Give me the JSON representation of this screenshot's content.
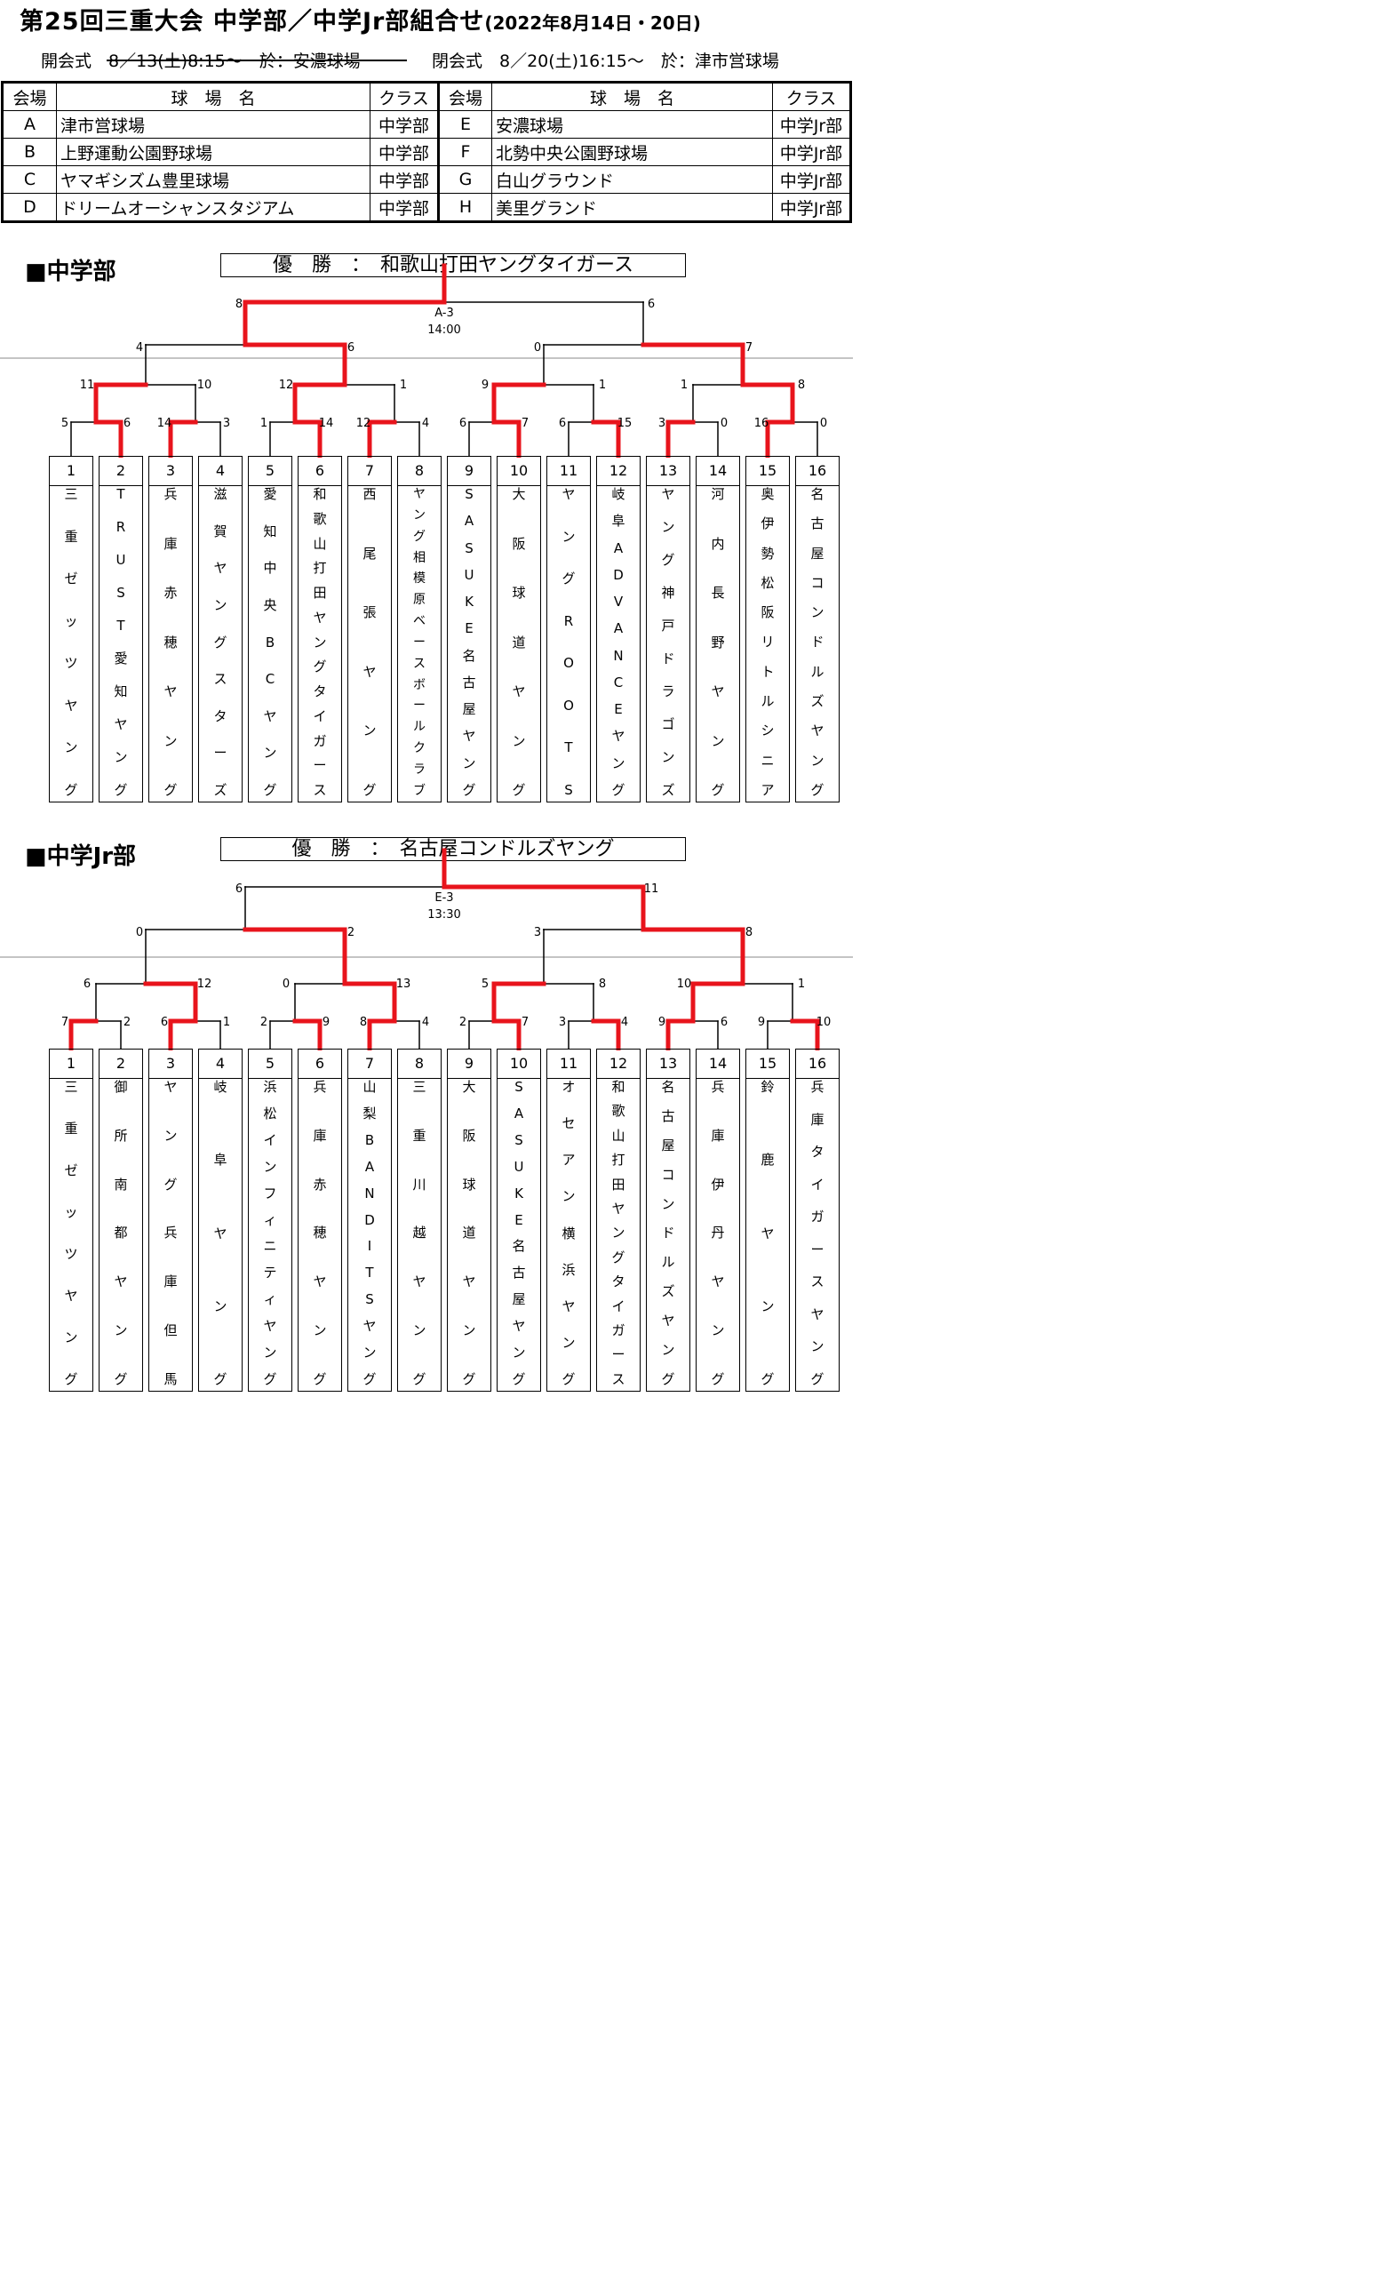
{
  "header": {
    "title": "第25回三重大会 中学部／中学Jr部組合せ",
    "dates": "(2022年8月14日・20日)",
    "ceremony_old": "開会式　8／13(土)8:15～　於：安濃球場",
    "ceremony_new": "閉会式　8／20(土)16:15～　於：津市営球場"
  },
  "venues": {
    "headers": [
      "会場",
      "球　場　名",
      "クラス"
    ],
    "left": [
      {
        "id": "A",
        "name": "津市営球場",
        "class": "中学部"
      },
      {
        "id": "B",
        "name": "上野運動公園野球場",
        "class": "中学部"
      },
      {
        "id": "C",
        "name": "ヤマギシズム豊里球場",
        "class": "中学部"
      },
      {
        "id": "D",
        "name": "ドリームオーシャンスタジアム",
        "class": "中学部"
      }
    ],
    "right": [
      {
        "id": "E",
        "name": "安濃球場",
        "class": "中学Jr部"
      },
      {
        "id": "F",
        "name": "北勢中央公園野球場",
        "class": "中学Jr部"
      },
      {
        "id": "G",
        "name": "白山グラウンド",
        "class": "中学Jr部"
      },
      {
        "id": "H",
        "name": "美里グランド",
        "class": "中学Jr部"
      }
    ]
  },
  "divisions": [
    {
      "label": "■中学部",
      "champion": "優　勝　：　和歌山打田ヤングタイガース",
      "final_venue": "A-3",
      "final_time": "14:00",
      "teams": [
        "三重ゼッツヤング",
        "TRUST愛知ヤング",
        "兵庫赤穂ヤング",
        "滋賀ヤングスターズ",
        "愛知中央BCヤング",
        "和歌山打田ヤングタイガース",
        "西尾張ヤング",
        "ヤング相模原ベースボールクラブ",
        "SASUKE名古屋ヤング",
        "大阪球道ヤング",
        "ヤングROOTS",
        "岐阜ADVANCEヤング",
        "ヤング神戸ドラゴンズ",
        "河内長野ヤング",
        "奥伊勢松阪リトルシニア",
        "名古屋コンドルズヤング"
      ],
      "r1": [
        [
          5,
          6
        ],
        [
          14,
          3
        ],
        [
          1,
          14
        ],
        [
          12,
          4
        ],
        [
          6,
          7
        ],
        [
          6,
          15
        ],
        [
          3,
          0
        ],
        [
          16,
          0
        ]
      ],
      "r2": [
        [
          11,
          10
        ],
        [
          12,
          1
        ],
        [
          9,
          1
        ],
        [
          1,
          8
        ]
      ],
      "r3": [
        [
          4,
          6
        ],
        [
          0,
          7
        ]
      ],
      "final": [
        8,
        6
      ],
      "r1w": [
        1,
        0,
        1,
        0,
        1,
        1,
        0,
        0
      ],
      "r2w": [
        0,
        0,
        0,
        1
      ],
      "r3w": [
        1,
        1
      ],
      "fw": 0
    },
    {
      "label": "■中学Jr部",
      "champion": "優　勝　：　名古屋コンドルズヤング",
      "final_venue": "E-3",
      "final_time": "13:30",
      "teams": [
        "三重ゼッツヤング",
        "御所南都ヤング",
        "ヤング兵庫但馬",
        "岐阜ヤング",
        "浜松インフィニティヤング",
        "兵庫赤穂ヤング",
        "山梨BANDITSヤング",
        "三重川越ヤング",
        "大阪球道ヤング",
        "SASUKE名古屋ヤング",
        "オセアン横浜ヤング",
        "和歌山打田ヤングタイガース",
        "名古屋コンドルズヤング",
        "兵庫伊丹ヤング",
        "鈴鹿ヤング",
        "兵庫タイガースヤング"
      ],
      "r1": [
        [
          7,
          2
        ],
        [
          6,
          1
        ],
        [
          2,
          9
        ],
        [
          8,
          4
        ],
        [
          2,
          7
        ],
        [
          3,
          4
        ],
        [
          9,
          6
        ],
        [
          9,
          10
        ]
      ],
      "r2": [
        [
          6,
          12
        ],
        [
          0,
          13
        ],
        [
          5,
          8
        ],
        [
          10,
          1
        ]
      ],
      "r3": [
        [
          0,
          2
        ],
        [
          3,
          8
        ]
      ],
      "final": [
        6,
        11
      ],
      "r1w": [
        0,
        0,
        1,
        0,
        1,
        1,
        0,
        1
      ],
      "r2w": [
        1,
        1,
        0,
        0
      ],
      "r3w": [
        1,
        1
      ],
      "fw": 1
    }
  ],
  "colors": {
    "winner": "#e8141c",
    "line": "#000000",
    "grid": "#888888"
  }
}
